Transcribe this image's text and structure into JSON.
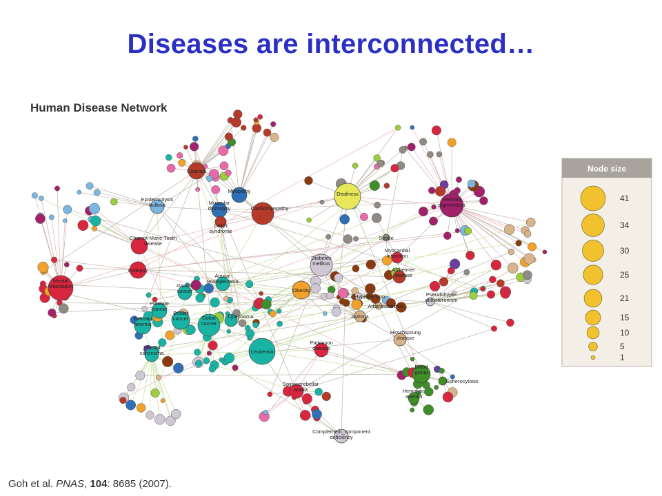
{
  "slide": {
    "title": "Diseases are interconnected…",
    "citation": {
      "authors": "Goh  et al. ",
      "journal": "PNAS",
      "sep": ", ",
      "volume": "104",
      "rest": ": 8685 (2007)."
    }
  },
  "network": {
    "title": "Human Disease Network",
    "colors": {
      "red": "#d7263d",
      "teal": "#19b3a6",
      "blue": "#2f6fb5",
      "lightblue": "#7bb6e0",
      "yellow": "#e7e75a",
      "orange": "#f2a12b",
      "crimson": "#b53a2a",
      "magenta": "#a3206a",
      "purple": "#6b3fa0",
      "gray": "#8f8a84",
      "lightgray": "#cfc8d4",
      "green": "#3e8f2a",
      "lime": "#9bcd3c",
      "brown": "#8b3a0f",
      "tan": "#d8b48a",
      "pink": "#e86aa6",
      "edge": "#c4bcb2",
      "edge_green": "#cde3a8",
      "edge_pink": "#f0b8c8"
    },
    "labels": [
      "Cataract",
      "Myopathy",
      "Muscular dystrophy",
      "Cardiomyopathy",
      "Leigh syndrome",
      "Deafness",
      "Retinitis pigmentosa",
      "Epidermolysis bullosa",
      "Charcot-Marie-Tooth disease",
      "Epilepsy",
      "Mental retardation",
      "Ataxia-telangiectasia",
      "Gastric cancer",
      "Prostate cancer",
      "Breast cancer",
      "Fanconi anemia",
      "Colon cancer",
      "Lymphoma",
      "Thyroid carcinoma",
      "Leukemia",
      "Diabetes mellitus",
      "Obesity",
      "Stroke",
      "Myocardial infarction",
      "Alzheimer disease",
      "Hypertension",
      "Atherosclerosis",
      "Pseudohypo-aldosteronism",
      "Asthma",
      "Parkinson disease",
      "Hirschsprung disease",
      "Blood group",
      "Spherocytosis",
      "Hemolytic anemia",
      "Spinocerebellar ataxia",
      "Complement_component deficiency"
    ]
  },
  "legend": {
    "title": "Node size",
    "values": [
      41,
      34,
      30,
      25,
      21,
      15,
      10,
      5,
      1
    ],
    "fill_color": "#f2c12e",
    "header_color": "#a8a39d",
    "panel_color": "#f3efe6"
  }
}
